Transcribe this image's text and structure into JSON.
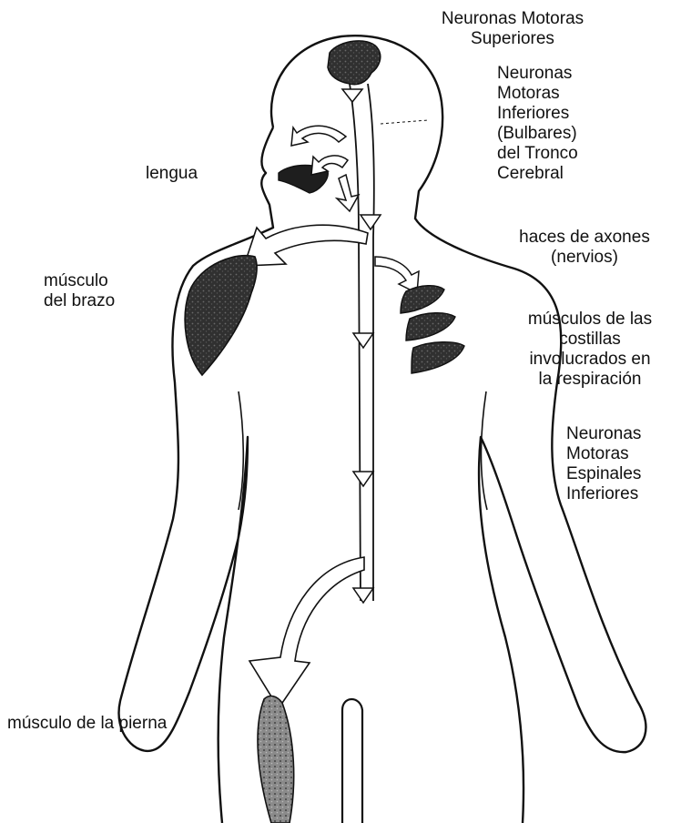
{
  "labels": {
    "upper_motor_neurons": [
      "Neuronas Motoras",
      "Superiores"
    ],
    "bulbar_motor_neurons": [
      "Neuronas",
      "Motoras",
      "Inferiores",
      "(Bulbares)",
      "del Tronco",
      "Cerebral"
    ],
    "tongue": "lengua",
    "axon_bundles": [
      "haces de axones",
      "(nervios)"
    ],
    "arm_muscle": [
      "músculo",
      "del brazo"
    ],
    "rib_muscles": [
      "músculos de las",
      "costillas",
      "involucrados en",
      "la respiración"
    ],
    "spinal_motor_neurons": [
      "Neuronas",
      "Motoras",
      "Espinales",
      "Inferiores"
    ],
    "leg_muscle": "músculo de la pierna"
  },
  "colors": {
    "ink": "#111111",
    "muscle": "#2a2a2a",
    "background": "#ffffff"
  }
}
